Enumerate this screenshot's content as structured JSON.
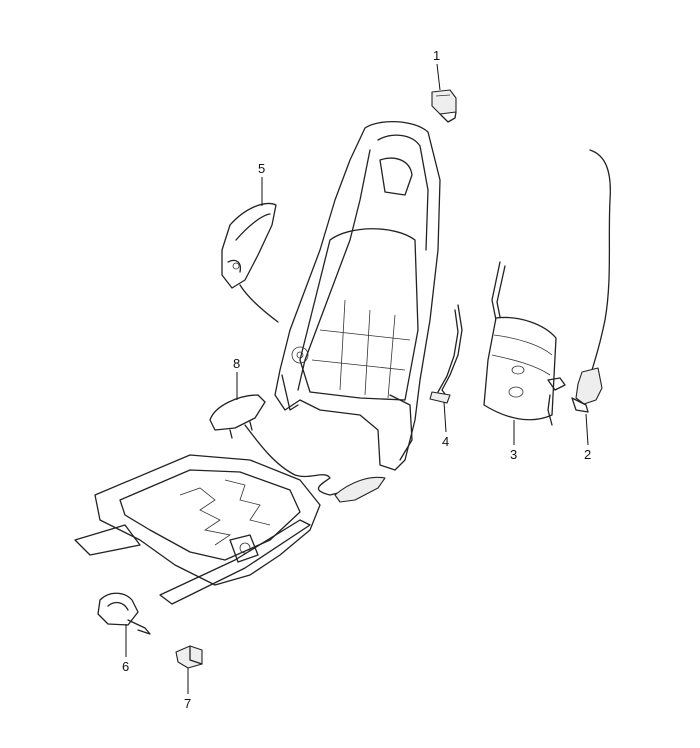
{
  "diagram": {
    "parts": [
      {
        "number": "1",
        "part": "connector-plug"
      },
      {
        "number": "2",
        "part": "wiring-harness-with-connector"
      },
      {
        "number": "3",
        "part": "seat-heating-mat-backrest"
      },
      {
        "number": "4",
        "part": "sensor-strip"
      },
      {
        "number": "5",
        "part": "side-airbag-module"
      },
      {
        "number": "6",
        "part": "control-unit"
      },
      {
        "number": "7",
        "part": "small-connector"
      },
      {
        "number": "8",
        "part": "cushion-side-airbag"
      }
    ],
    "colors": {
      "line": "#222222",
      "background": "#ffffff",
      "shade": "#eeeeee"
    }
  }
}
